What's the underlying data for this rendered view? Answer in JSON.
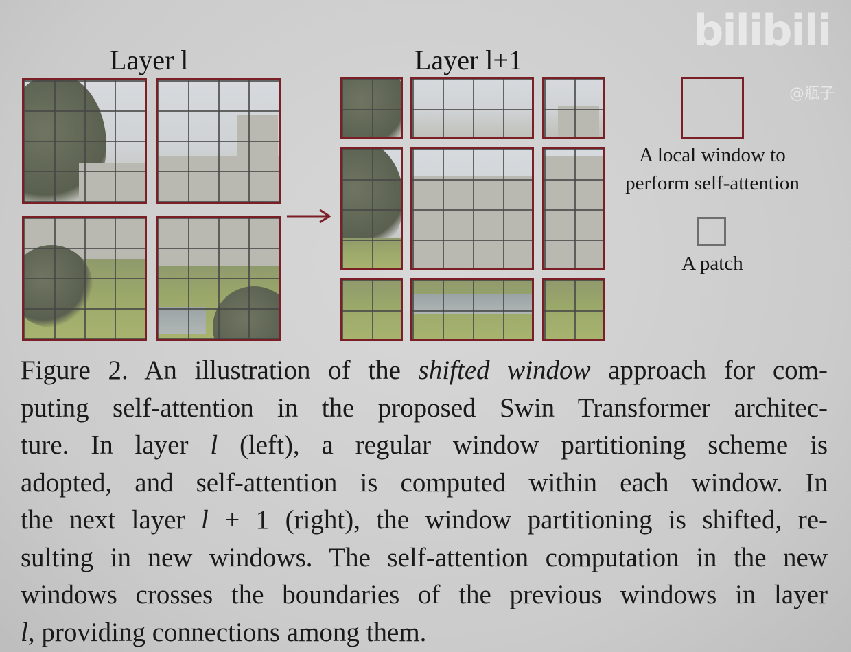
{
  "figure": {
    "left_title": "Layer l",
    "right_title": "Layer l+1",
    "legend": {
      "window_label_line1": "A local window to",
      "window_label_line2": "perform self-attention",
      "patch_label": "A patch"
    },
    "colors": {
      "window_border": "#7a1f26",
      "patch_border": "#6e6e6e",
      "arrow": "#7a1f26"
    }
  },
  "caption": {
    "lines": [
      [
        "Figure 2. An illustration of the ",
        {
          "i": "shifted window"
        },
        " approach for com-"
      ],
      [
        "puting self-attention in the proposed Swin Transformer architec-"
      ],
      [
        "ture.  In layer ",
        {
          "i": "l"
        },
        " (left), a regular window partitioning scheme is"
      ],
      [
        "adopted, and self-attention is computed within each window.  In"
      ],
      [
        "the next layer ",
        {
          "i": "l"
        },
        " + 1 (right), the window partitioning is shifted, re-"
      ],
      [
        "sulting in new windows. The self-attention computation in the new"
      ],
      [
        "windows crosses the boundaries of the previous windows in layer"
      ],
      [
        {
          "i": "l"
        },
        ", providing connections among them."
      ]
    ]
  },
  "watermark": {
    "text": "bilibili",
    "sub": "@瓶子"
  }
}
